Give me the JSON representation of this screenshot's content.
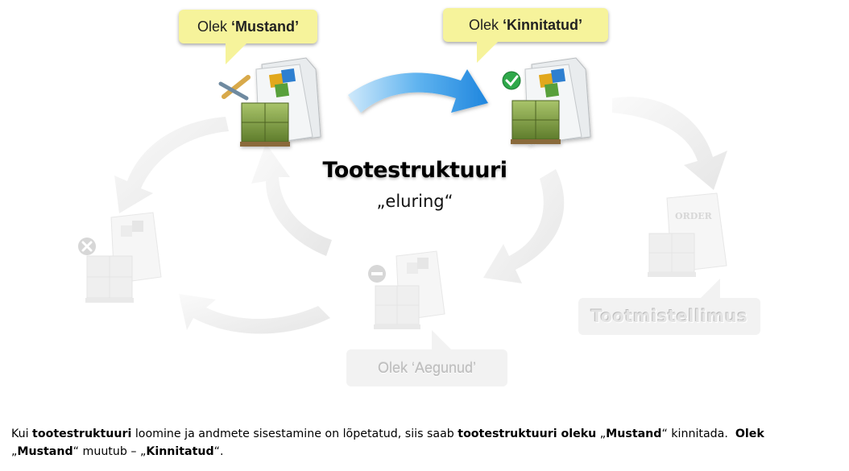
{
  "diagram": {
    "title": "Tootestruktuuri",
    "subtitle": "„eluring“",
    "states": {
      "draft": {
        "prefix": "Olek ",
        "name": "‘Mustand’"
      },
      "approved": {
        "prefix": "Olek ",
        "name": "‘Kinnitatud’"
      },
      "expired": {
        "label": "Olek ‘Aegunud’"
      },
      "order": {
        "label": "Tootmistellimus",
        "doc_label": "ORDER"
      }
    },
    "icons": {
      "draft": "pencil-ruler-icon",
      "approved": "check-badge-icon",
      "expired": "minus-badge-icon",
      "deleted": "x-badge-icon"
    },
    "colors": {
      "callout": "#f6f39b",
      "active_arrow": "#2b8fe0",
      "faded": "#eeeeee"
    }
  },
  "description": {
    "p1": "Kui ",
    "p2": "tootestruktuuri",
    "p3": " loomine ja andmete sisestamine on lõpetatud, siis saab ",
    "p4": "tootestruktuuri oleku",
    "p5": " „",
    "p6": "Mustand",
    "p7": "“ kinnitada.  ",
    "p8": "Olek",
    "p9": "„",
    "p10": "Mustand",
    "p11": "“ muutub – „",
    "p12": "Kinnitatud",
    "p13": "“."
  }
}
